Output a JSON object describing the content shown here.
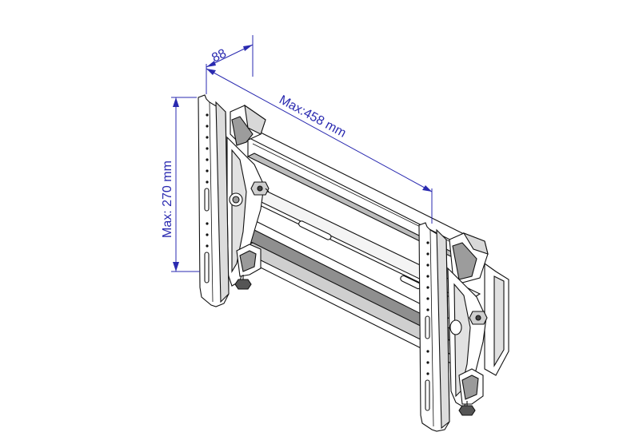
{
  "colors": {
    "dimension": "#2a2ab0",
    "line": "#111111",
    "shade": "#9a9a9a",
    "light_shade": "#d6d6d6",
    "background": "#ffffff"
  },
  "dimensions": {
    "depth_label": "88",
    "width_label": "Max:458  mm",
    "height_label": "Max:  270  mm"
  }
}
